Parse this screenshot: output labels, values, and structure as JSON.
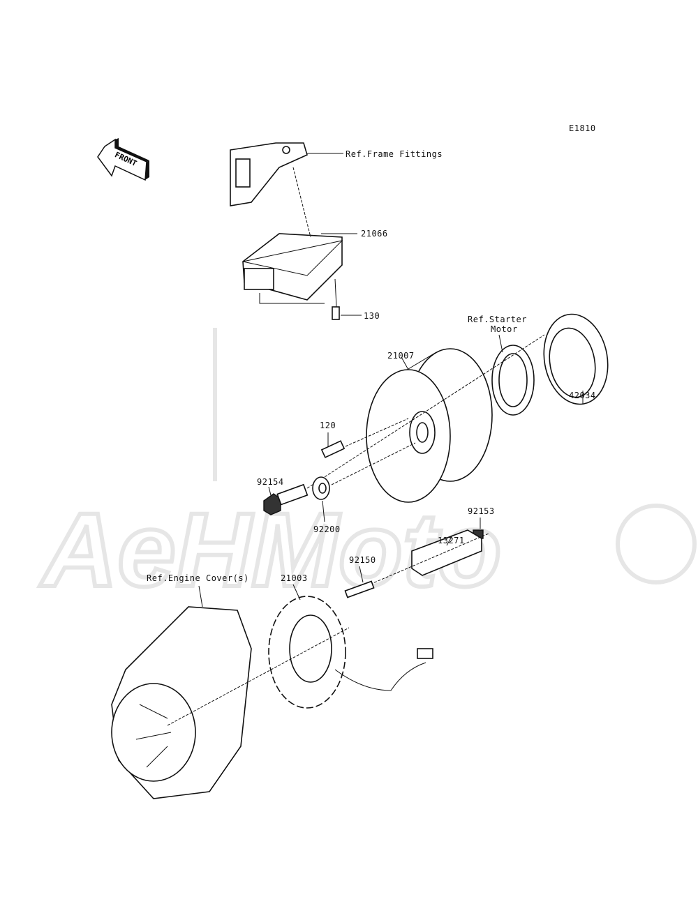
{
  "diagram_code": "E1810",
  "front_badge": "FRONT",
  "watermark": "AeHMoto",
  "callouts": {
    "frame_fittings": "Ref.Frame Fittings",
    "regulator": "21066",
    "bolt_130": "130",
    "starter_motor_line1": "Ref.Starter",
    "starter_motor_line2": "Motor",
    "rotor": "21007",
    "gear": "42034",
    "bolt_120": "120",
    "bolt_92154": "92154",
    "washer_92200": "92200",
    "bolt_92153": "92153",
    "holder_13271": "13271",
    "bolt_92150": "92150",
    "engine_cover": "Ref.Engine Cover(s)",
    "stator": "21003"
  }
}
